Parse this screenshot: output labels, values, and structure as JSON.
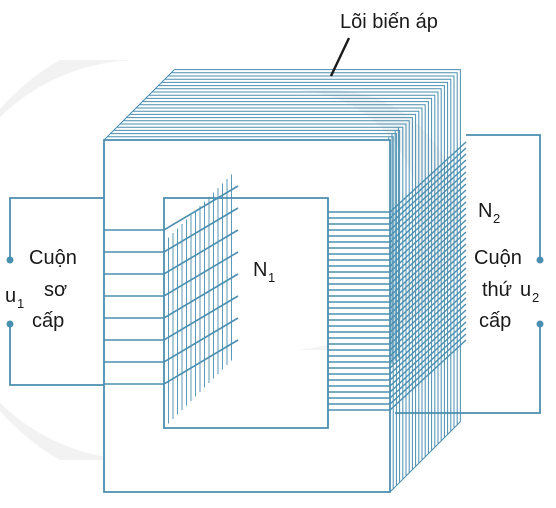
{
  "labels": {
    "core": "Lõi biến áp",
    "primary_line1": "Cuộn",
    "primary_line2": "sơ",
    "primary_line3": "cấp",
    "secondary_line1": "Cuộn",
    "secondary_line2": "thứ",
    "secondary_line3": "cấp",
    "n1_letter": "N",
    "n1_sub": "1",
    "n2_letter": "N",
    "n2_sub": "2",
    "u1_letter": "u",
    "u1_sub": "1",
    "u2_letter": "u",
    "u2_sub": "2"
  },
  "colors": {
    "line": "#4a8fb0",
    "text": "#1a1a1a",
    "watermark": "#f0f0f0"
  }
}
